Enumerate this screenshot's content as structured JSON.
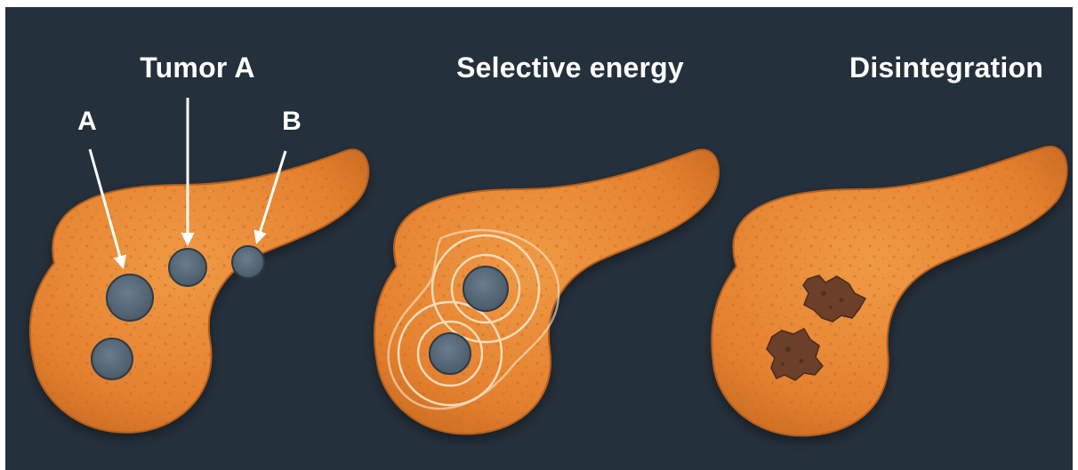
{
  "panels": [
    {
      "title": "Tumor A"
    },
    {
      "title": "Selective energy"
    },
    {
      "title": "Disintegration"
    }
  ],
  "pointer_labels": {
    "a": "A",
    "b": "B"
  },
  "colors": {
    "background": "#24303b",
    "organ": "#e4812f",
    "organ_dark": "#b85f1d",
    "tumor": "#5a6b7a",
    "tumor_edge": "#2e3a46",
    "energy_ring": "#f6e6c8",
    "debris": "#6b3f2a"
  }
}
